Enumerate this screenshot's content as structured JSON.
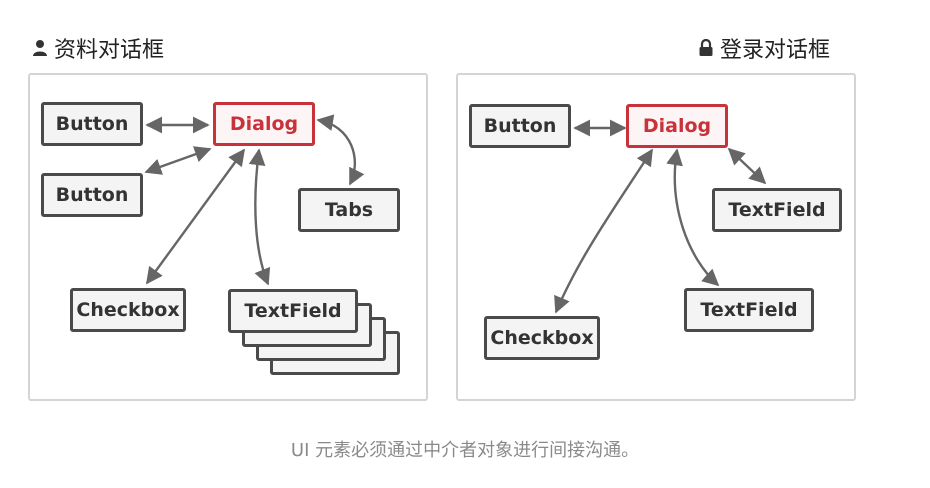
{
  "left_panel": {
    "title": "资料对话框",
    "icon": "user-icon",
    "nodes": {
      "button1": "Button",
      "button2": "Button",
      "dialog": "Dialog",
      "tabs": "Tabs",
      "checkbox": "Checkbox",
      "textfield": "TextField"
    }
  },
  "right_panel": {
    "title": "登录对话框",
    "icon": "lock-icon",
    "nodes": {
      "button": "Button",
      "dialog": "Dialog",
      "textfield1": "TextField",
      "textfield2": "TextField",
      "checkbox": "Checkbox"
    }
  },
  "caption": "UI 元素必须通过中介者对象进行间接沟通。",
  "colors": {
    "mediator": "#c8333b",
    "node_border": "#4a4a4a",
    "panel_border": "#d4d4d4",
    "arrow": "#666666"
  }
}
